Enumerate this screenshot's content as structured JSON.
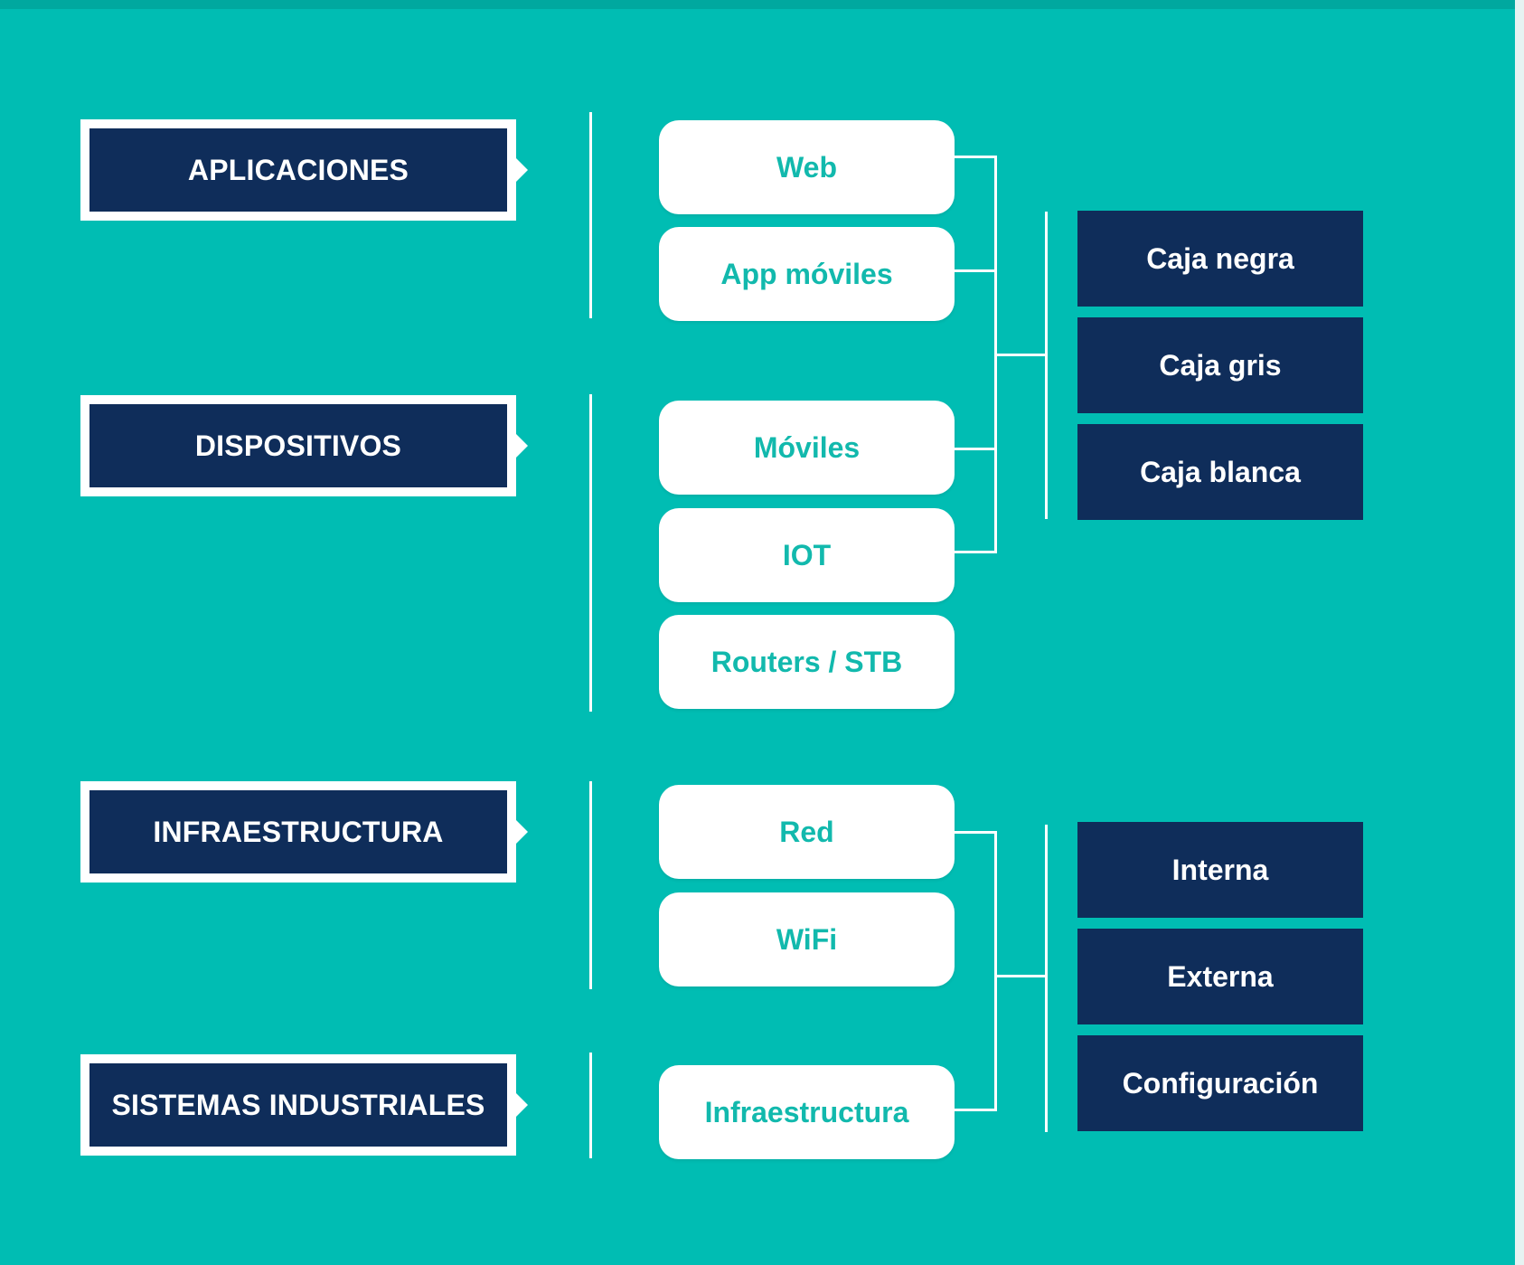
{
  "categories": {
    "aplicaciones": "APLICACIONES",
    "dispositivos": "DISPOSITIVOS",
    "infraestructura": "INFRAESTRUCTURA",
    "sistemas": "SISTEMAS INDUSTRIALES"
  },
  "items": {
    "web": "Web",
    "app_moviles": "App móviles",
    "moviles": "Móviles",
    "iot": "IOT",
    "routers": "Routers / STB",
    "red": "Red",
    "wifi": "WiFi",
    "infraestructura": "Infraestructura"
  },
  "test_types": {
    "caja_negra": "Caja negra",
    "caja_gris": "Caja gris",
    "caja_blanca": "Caja blanca"
  },
  "audit_types": {
    "interna": "Interna",
    "externa": "Externa",
    "configuracion": "Configuración"
  },
  "colors": {
    "background": "#00bdb3",
    "navy": "#0f2d5a",
    "teal_text": "#12b9ad",
    "white": "#ffffff"
  }
}
